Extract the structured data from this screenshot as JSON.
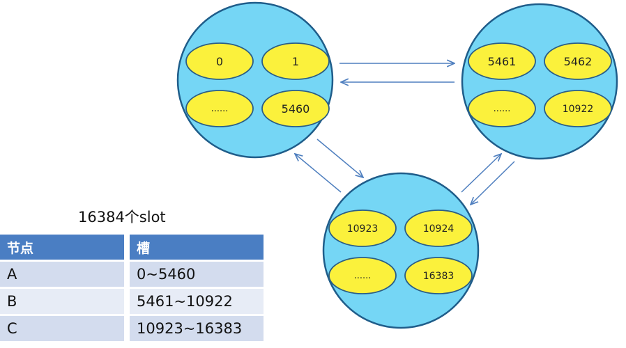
{
  "nodes": {
    "a": {
      "slots": [
        "0",
        "1",
        "......",
        "5460"
      ]
    },
    "b": {
      "slots": [
        "5461",
        "5462",
        "......",
        "10922"
      ]
    },
    "c": {
      "slots": [
        "10923",
        "10924",
        "......",
        "16383"
      ]
    }
  },
  "caption": "16384个slot",
  "table": {
    "headers": [
      "节点",
      "槽"
    ],
    "rows": [
      [
        "A",
        "0~5460"
      ],
      [
        "B",
        "5461~10922"
      ],
      [
        "C",
        "10923~16383"
      ]
    ]
  },
  "colors": {
    "circle_fill": "#75d6f5",
    "circle_stroke": "#1f5d8a",
    "slot_fill": "#fbf13c",
    "slot_stroke": "#2b5e86",
    "arrow": "#4f7fbf",
    "header_bg": "#4a7ec3"
  }
}
